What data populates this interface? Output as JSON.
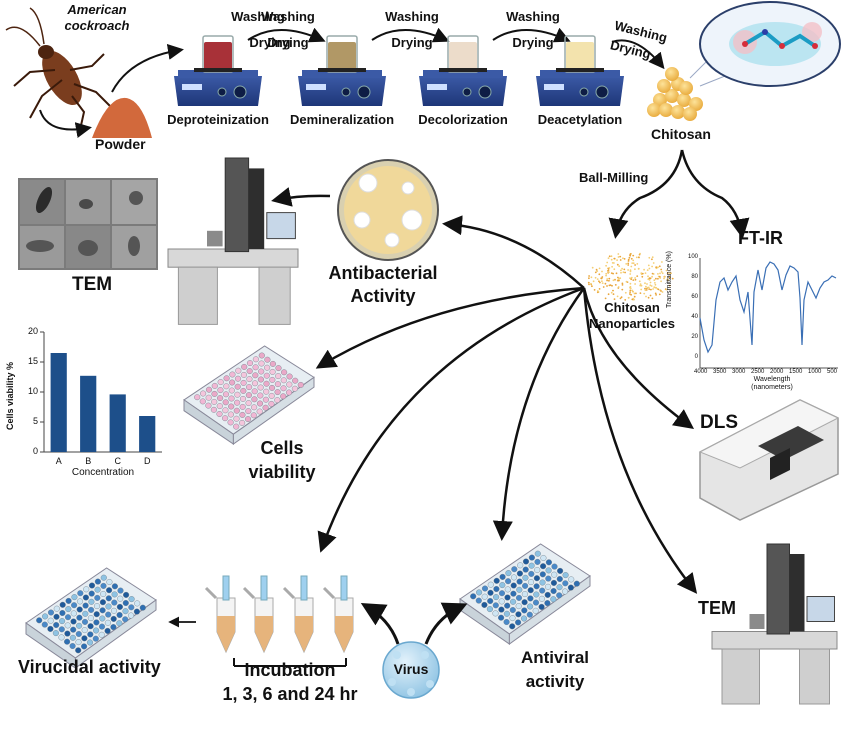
{
  "source": {
    "line1": "American",
    "line2": "cockroach"
  },
  "powder": "Powder",
  "process_steps": [
    {
      "arrow_top": "Washing",
      "arrow_bottom": "Drying",
      "label": "Deproteinization",
      "liquid": "#9e1b22"
    },
    {
      "arrow_top": "Washing",
      "arrow_bottom": "Drying",
      "label": "Demineralization",
      "liquid": "#a88d55"
    },
    {
      "arrow_top": "Washing",
      "arrow_bottom": "Drying",
      "label": "Decolorization",
      "liquid": "#ead8c4"
    },
    {
      "arrow_top": "Washing",
      "arrow_bottom": "Drying",
      "label": "Deacetylation",
      "liquid": "#f2e0a4"
    }
  ],
  "chitosan": "Chitosan",
  "ball_milling": "Ball-Milling",
  "nanoparticles": {
    "line1": "Chitosan",
    "line2": "Nanoparticles"
  },
  "ftir": {
    "title": "FT-IR",
    "ylabel": "Transmittance (%)",
    "xlabel_line1": "Wavelength",
    "xlabel_line2": "(nanometers)",
    "yticks": [
      "100",
      "80",
      "60",
      "40",
      "20",
      "0"
    ],
    "xticks": [
      "4000",
      "3500",
      "3000",
      "2500",
      "2000",
      "1500",
      "1000",
      "500"
    ]
  },
  "dls": "DLS",
  "tem_top": "TEM",
  "tem_bottom": "TEM",
  "antibacterial": {
    "line1": "Antibacterial",
    "line2": "Activity"
  },
  "cells_viability": {
    "line1": "Cells",
    "line2": "viability"
  },
  "antiviral": {
    "line1": "Antiviral",
    "line2": "activity"
  },
  "virus": "Virus",
  "incubation": {
    "title": "Incubation",
    "times": "1, 3, 6 and 24 hr"
  },
  "virucidal": "Virucidal activity",
  "colors": {
    "bar": "#1d4f8a",
    "ftir_line": "#3a6fb5",
    "arrow": "#111111"
  },
  "chart_data": {
    "type": "bar",
    "categories": [
      "A",
      "B",
      "C",
      "D"
    ],
    "values": [
      16.5,
      12.7,
      9.6,
      6.0
    ],
    "xlabel": "Concentration",
    "ylabel": "Cells viability %",
    "ylim": [
      0,
      20
    ],
    "yticks": [
      0,
      5,
      10,
      15,
      20
    ]
  }
}
